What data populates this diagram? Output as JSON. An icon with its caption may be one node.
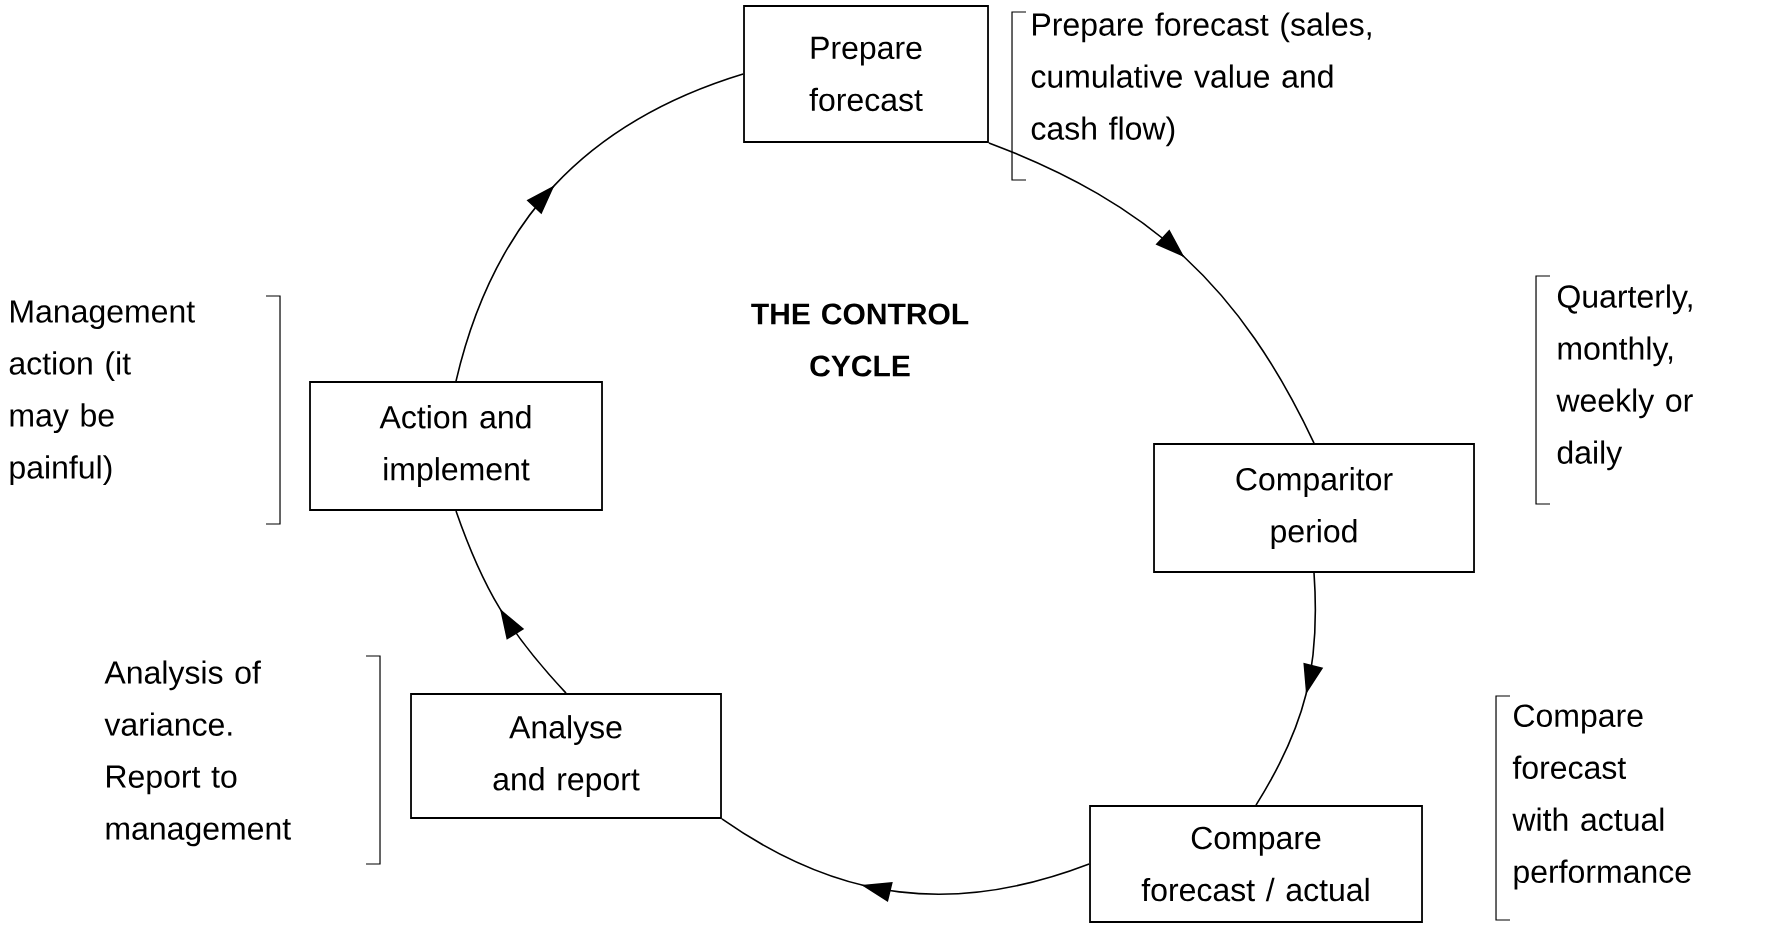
{
  "diagram": {
    "nodes": [
      {
        "text": [
          "Prepare forecast"
        ],
        "beside": [
          "Prepare forecast (sales, cumulative value and cash flow)"
        ]
      },
      {
        "text": [
          "Comparitor period"
        ],
        "beside": [
          "Quarterly, monthly, weekly or daily"
        ]
      },
      {
        "text": [
          "Compare forecast / actual"
        ],
        "beside": [
          "Compare forecast with actual performance"
        ]
      },
      {
        "text": [
          "Analyse and report"
        ],
        "beside": [
          "Analysis of variance. Report to management"
        ]
      },
      {
        "text": [
          "Action and implement"
        ],
        "beside": [
          "Management action (it may be painful)"
        ]
      }
    ],
    "edges": [
      {
        "from": 0,
        "to": 1,
        "arrow": "to"
      },
      {
        "from": 1,
        "to": 2,
        "arrow": "to"
      },
      {
        "from": 2,
        "to": 3,
        "arrow": "to"
      },
      {
        "from": 3,
        "to": 4,
        "arrow": "to"
      },
      {
        "from": 4,
        "to": 0,
        "arrow": "to"
      }
    ],
    "labels": [
      "THE CONTROL CYCLE"
    ]
  }
}
